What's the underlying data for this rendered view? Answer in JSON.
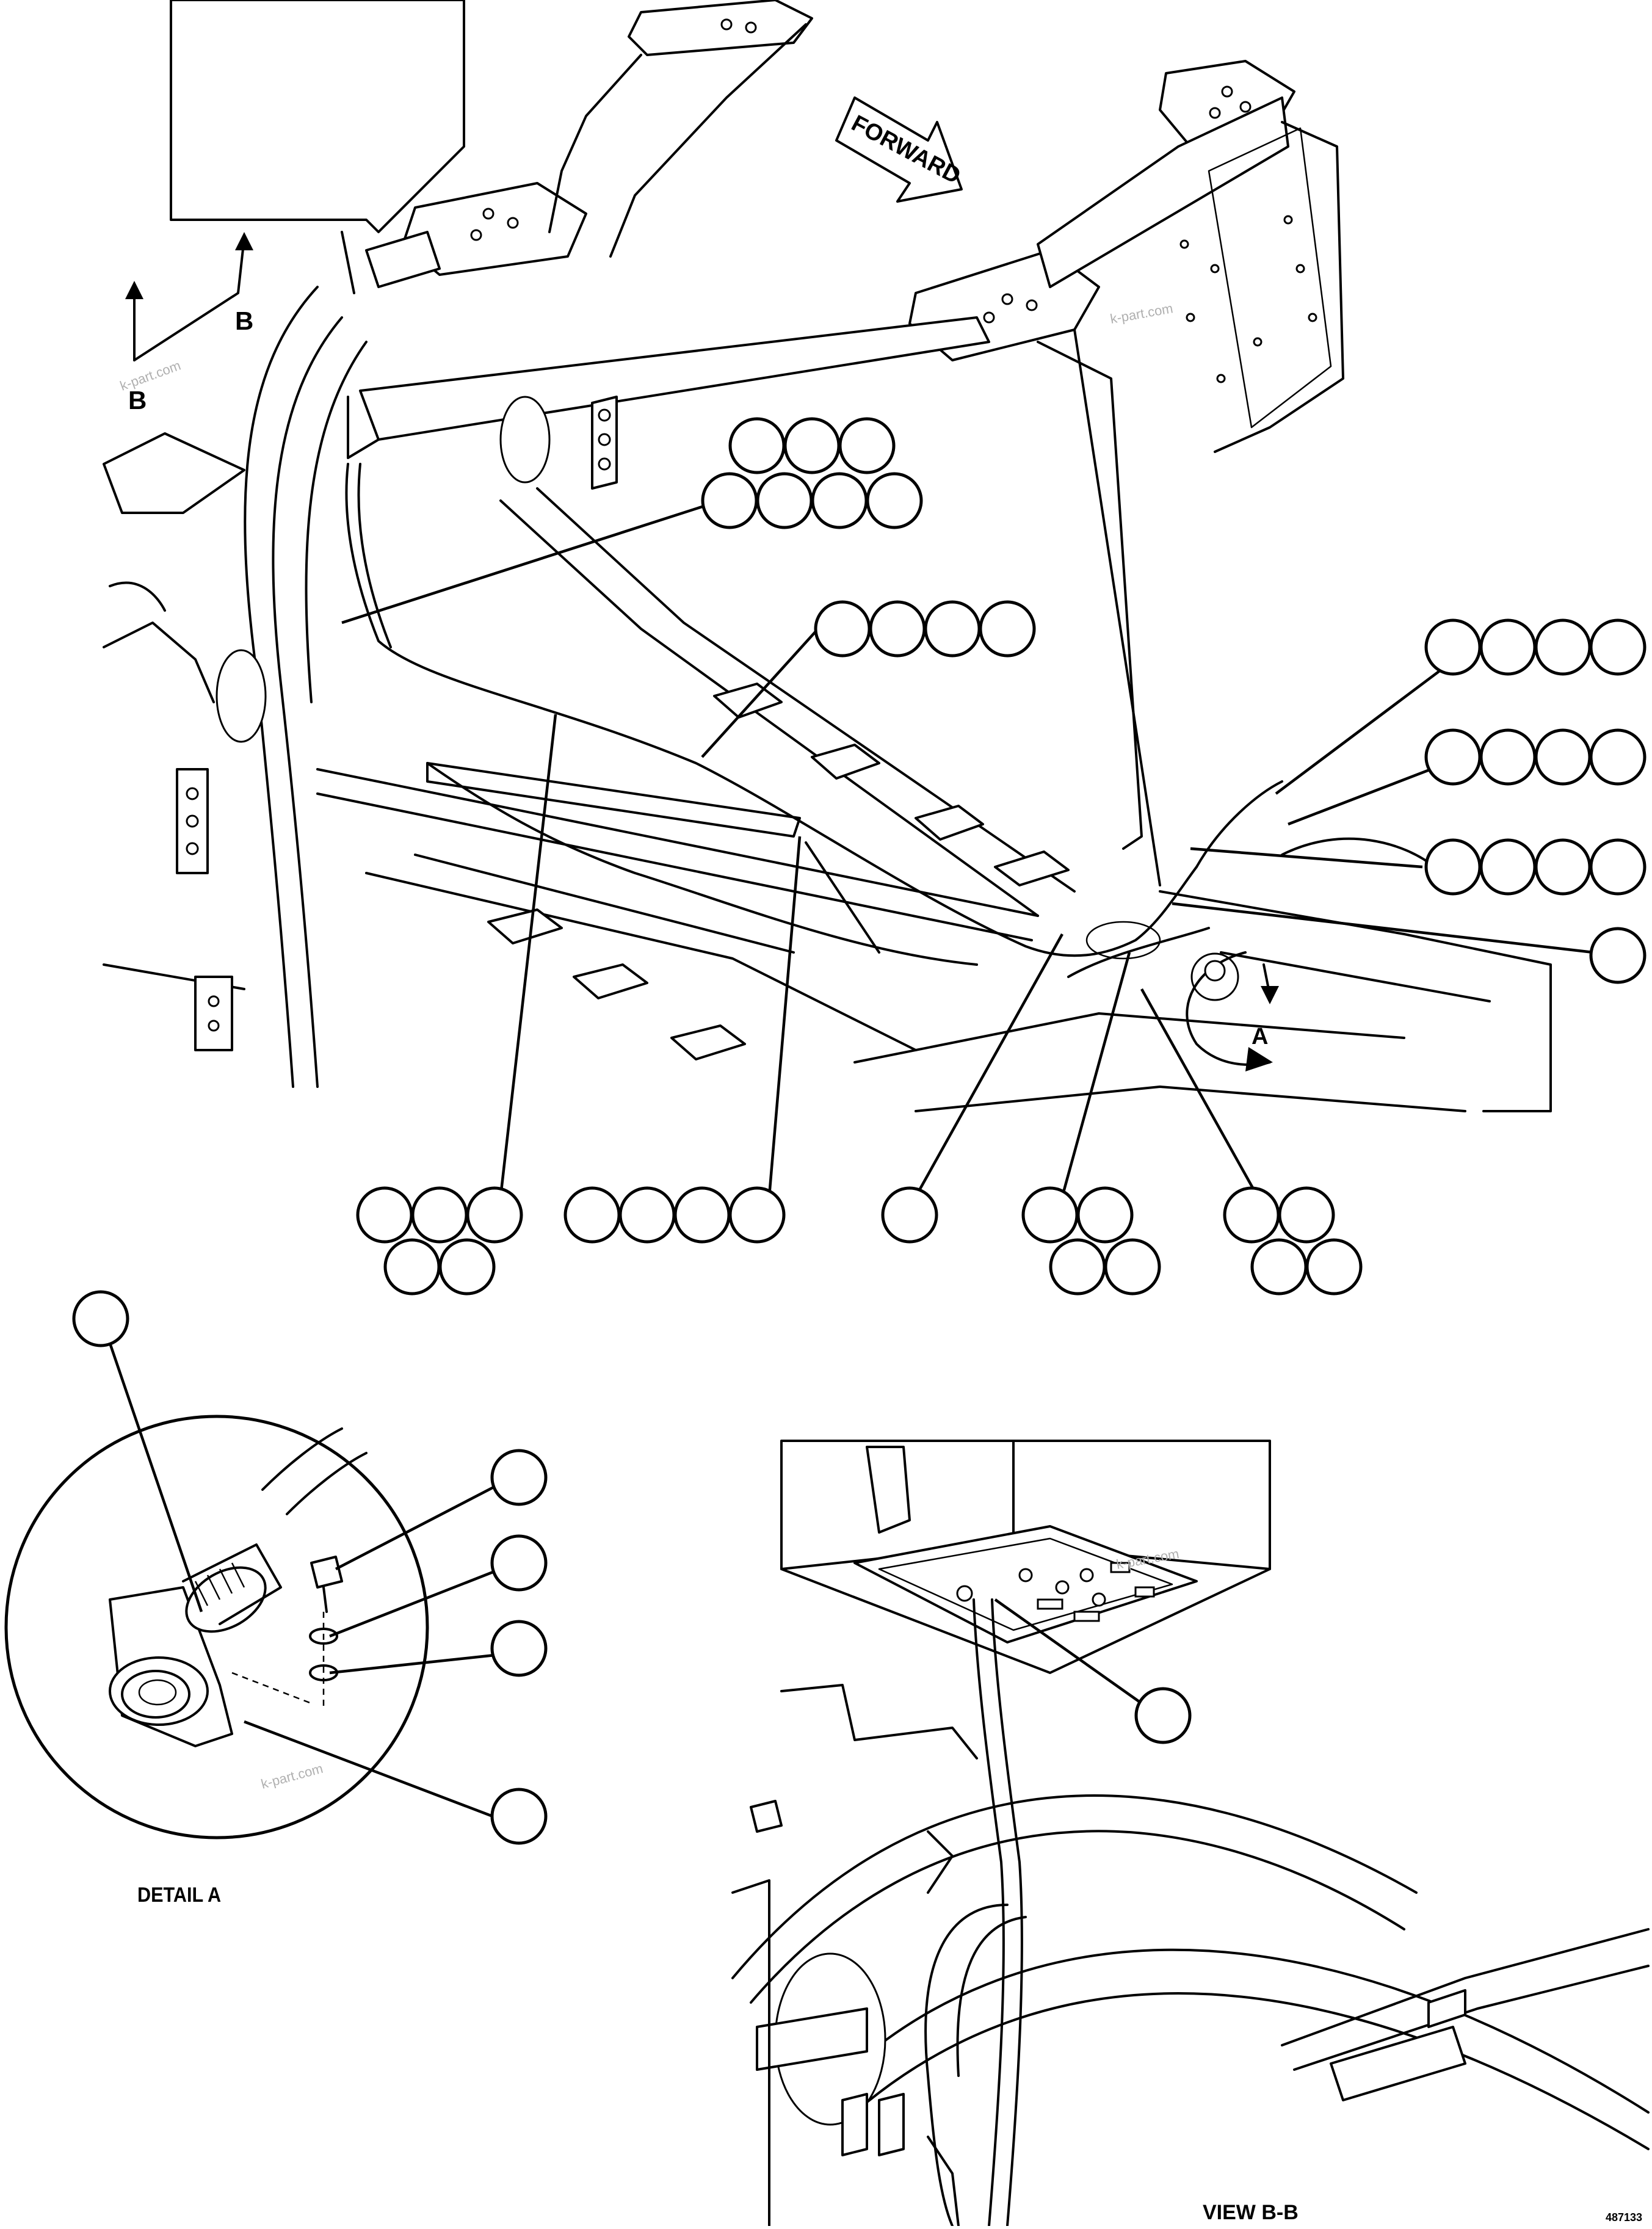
{
  "labels": {
    "forward": "FORWARD",
    "view_letter_1": "B",
    "view_letter_2": "B",
    "detail_letter": "A",
    "detail_caption": "DETAIL A",
    "view_caption": "VIEW B-B",
    "drawing_number": "487133"
  },
  "watermark": "k-part.com",
  "callout_groups": [
    {
      "id": "group-1",
      "balloons": 7
    },
    {
      "id": "group-2",
      "balloons": 4
    },
    {
      "id": "group-3",
      "balloons": 4
    },
    {
      "id": "group-4",
      "balloons": 4
    },
    {
      "id": "group-5",
      "balloons": 4
    },
    {
      "id": "group-6",
      "balloons": 1
    },
    {
      "id": "group-7",
      "balloons": 5
    },
    {
      "id": "group-8",
      "balloons": 4
    },
    {
      "id": "group-9",
      "balloons": 1
    },
    {
      "id": "group-10",
      "balloons": 4
    },
    {
      "id": "group-11",
      "balloons": 4
    },
    {
      "id": "detail-a-1",
      "balloons": 1
    },
    {
      "id": "detail-a-2",
      "balloons": 1
    },
    {
      "id": "detail-a-3",
      "balloons": 1
    },
    {
      "id": "detail-a-4",
      "balloons": 1
    },
    {
      "id": "detail-a-5",
      "balloons": 1
    },
    {
      "id": "view-bb-1",
      "balloons": 1
    }
  ],
  "colors": {
    "line": "#000000",
    "background": "#ffffff",
    "watermark": "#b0b0b0"
  }
}
